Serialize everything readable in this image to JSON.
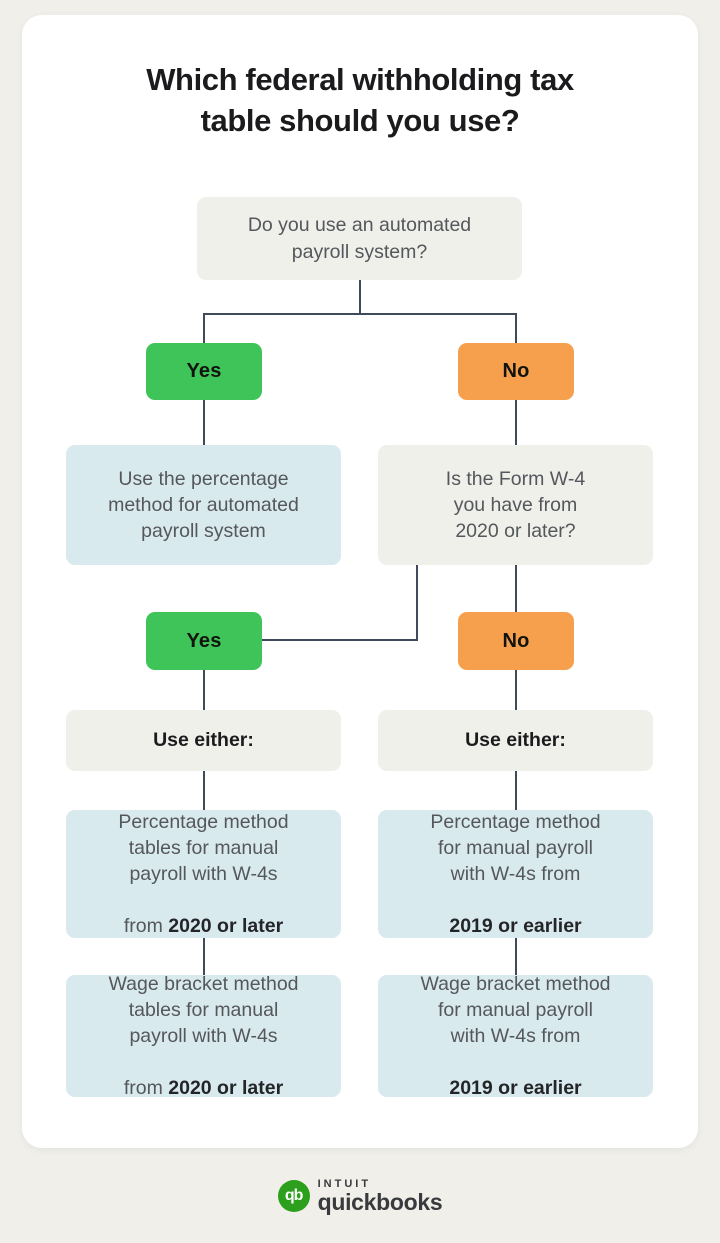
{
  "title": {
    "lines": [
      "Which federal withholding tax",
      "table should you use?"
    ]
  },
  "colors": {
    "background": "#f0efe9",
    "card": "#ffffff",
    "question_box": "#f0f0eb",
    "answer_box": "#d9eaee",
    "yes_green": "#3ec458",
    "no_orange": "#f6a04e",
    "connector_line": "#3f4b5b",
    "body_text": "#54575b",
    "heading_text": "#1b1b1d",
    "brand_green": "#2ca01c"
  },
  "flow": {
    "q1": {
      "lines": [
        "Do you use an automated",
        "payroll system?"
      ]
    },
    "yes1": {
      "label": "Yes"
    },
    "no1": {
      "label": "No"
    },
    "auto_result": {
      "lines": [
        "Use the percentage",
        "method for automated",
        "payroll system"
      ]
    },
    "q2": {
      "lines": [
        "Is the Form W-4",
        "you have from",
        "2020 or later?"
      ]
    },
    "yes2": {
      "label": "Yes"
    },
    "no2": {
      "label": "No"
    },
    "use_either_left": {
      "label": "Use either:"
    },
    "use_either_right": {
      "label": "Use either:"
    },
    "result_l1": {
      "lines": [
        "Percentage method",
        "tables for manual",
        "payroll with W-4s"
      ],
      "last_prefix": "from ",
      "last_bold": "2020 or later"
    },
    "result_l2": {
      "lines": [
        "Wage bracket method",
        "tables for manual",
        "payroll with W-4s"
      ],
      "last_prefix": "from ",
      "last_bold": "2020 or later"
    },
    "result_r1": {
      "lines": [
        "Percentage method",
        "for manual payroll",
        "with W-4s from"
      ],
      "last_prefix": "",
      "last_bold": "2019 or earlier"
    },
    "result_r2": {
      "lines": [
        "Wage bracket method",
        "for manual payroll",
        "with W-4s from"
      ],
      "last_prefix": "",
      "last_bold": "2019 or earlier"
    }
  },
  "footer": {
    "logo_monogram": "qb",
    "brand_top": "INTUIT",
    "brand_bottom": "quickbooks"
  }
}
